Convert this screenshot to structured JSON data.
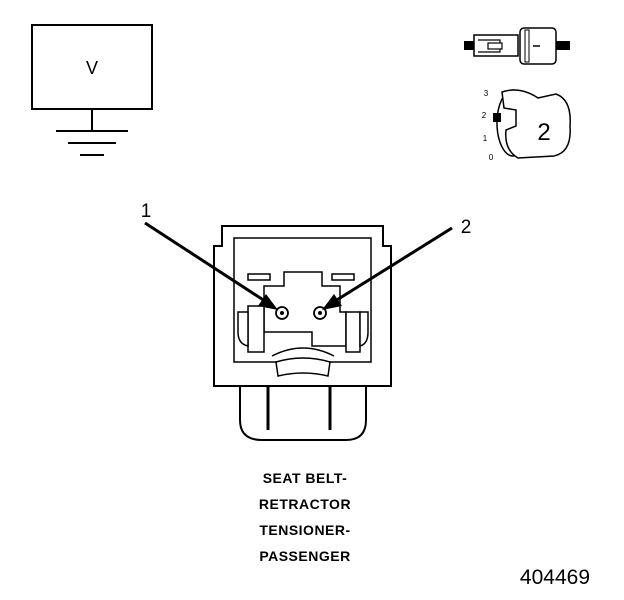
{
  "meter": {
    "symbol": "V"
  },
  "switch_positions": [
    "3",
    "2",
    "1",
    "0"
  ],
  "switch_setting": "2",
  "pins": {
    "pin1": "1",
    "pin2": "2"
  },
  "caption_lines": [
    "SEAT BELT-",
    "RETRACTOR",
    "TENSIONER-",
    "PASSENGER"
  ],
  "figure_number": "404469"
}
